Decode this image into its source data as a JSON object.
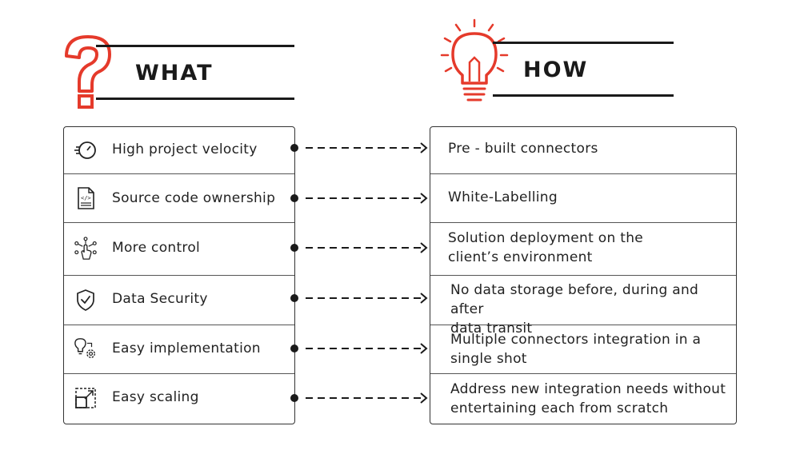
{
  "what": {
    "title": "WHAT",
    "icon": "question-mark-icon",
    "accent": "#e53a2b",
    "items": [
      {
        "label": "High project velocity",
        "icon": "speedometer-icon"
      },
      {
        "label": "Source code ownership",
        "icon": "code-document-icon"
      },
      {
        "label": "More control",
        "icon": "touch-network-icon"
      },
      {
        "label": "Data Security",
        "icon": "shield-check-icon"
      },
      {
        "label": "Easy implementation",
        "icon": "bulb-gear-icon"
      },
      {
        "label": "Easy scaling",
        "icon": "scale-box-icon"
      }
    ]
  },
  "how": {
    "title": "HOW",
    "icon": "lightbulb-icon",
    "accent": "#e53a2b",
    "items": [
      {
        "line1": "Pre - built connectors",
        "line2": ""
      },
      {
        "line1": "White-Labelling",
        "line2": ""
      },
      {
        "line1": "Solution deployment on the",
        "line2": "client’s environment"
      },
      {
        "line1": "No data storage before, during and after",
        "line2": "data transit"
      },
      {
        "line1": "Multiple connectors integration in a",
        "line2": "single shot"
      },
      {
        "line1": "Address new integration needs without",
        "line2": "entertaining each from scratch"
      }
    ]
  }
}
